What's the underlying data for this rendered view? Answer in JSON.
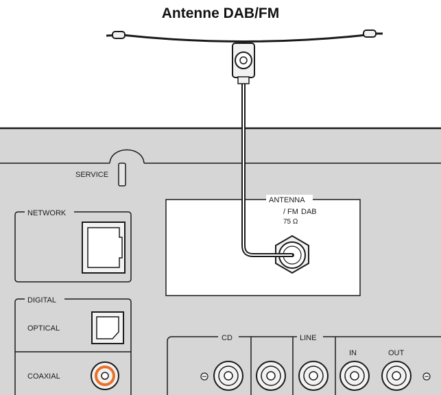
{
  "title": "Antenne DAB/FM",
  "panel": {
    "service_label": "SERVICE",
    "network_label": "NETWORK",
    "antenna": {
      "label": "ANTENNA",
      "sub_fm": "FM",
      "sub_dab": "DAB",
      "impedance": "75 Ω"
    },
    "digital": {
      "label": "DIGITAL",
      "optical": "OPTICAL",
      "coaxial": "COAXIAL"
    },
    "analog": {
      "cd_label": "CD",
      "line_label": "LINE",
      "in_label": "IN",
      "out_label": "OUT"
    }
  },
  "colors": {
    "panel": "#d6d6d6",
    "outline": "#1a1a1a",
    "coaxial_ring": "#e8722a"
  }
}
